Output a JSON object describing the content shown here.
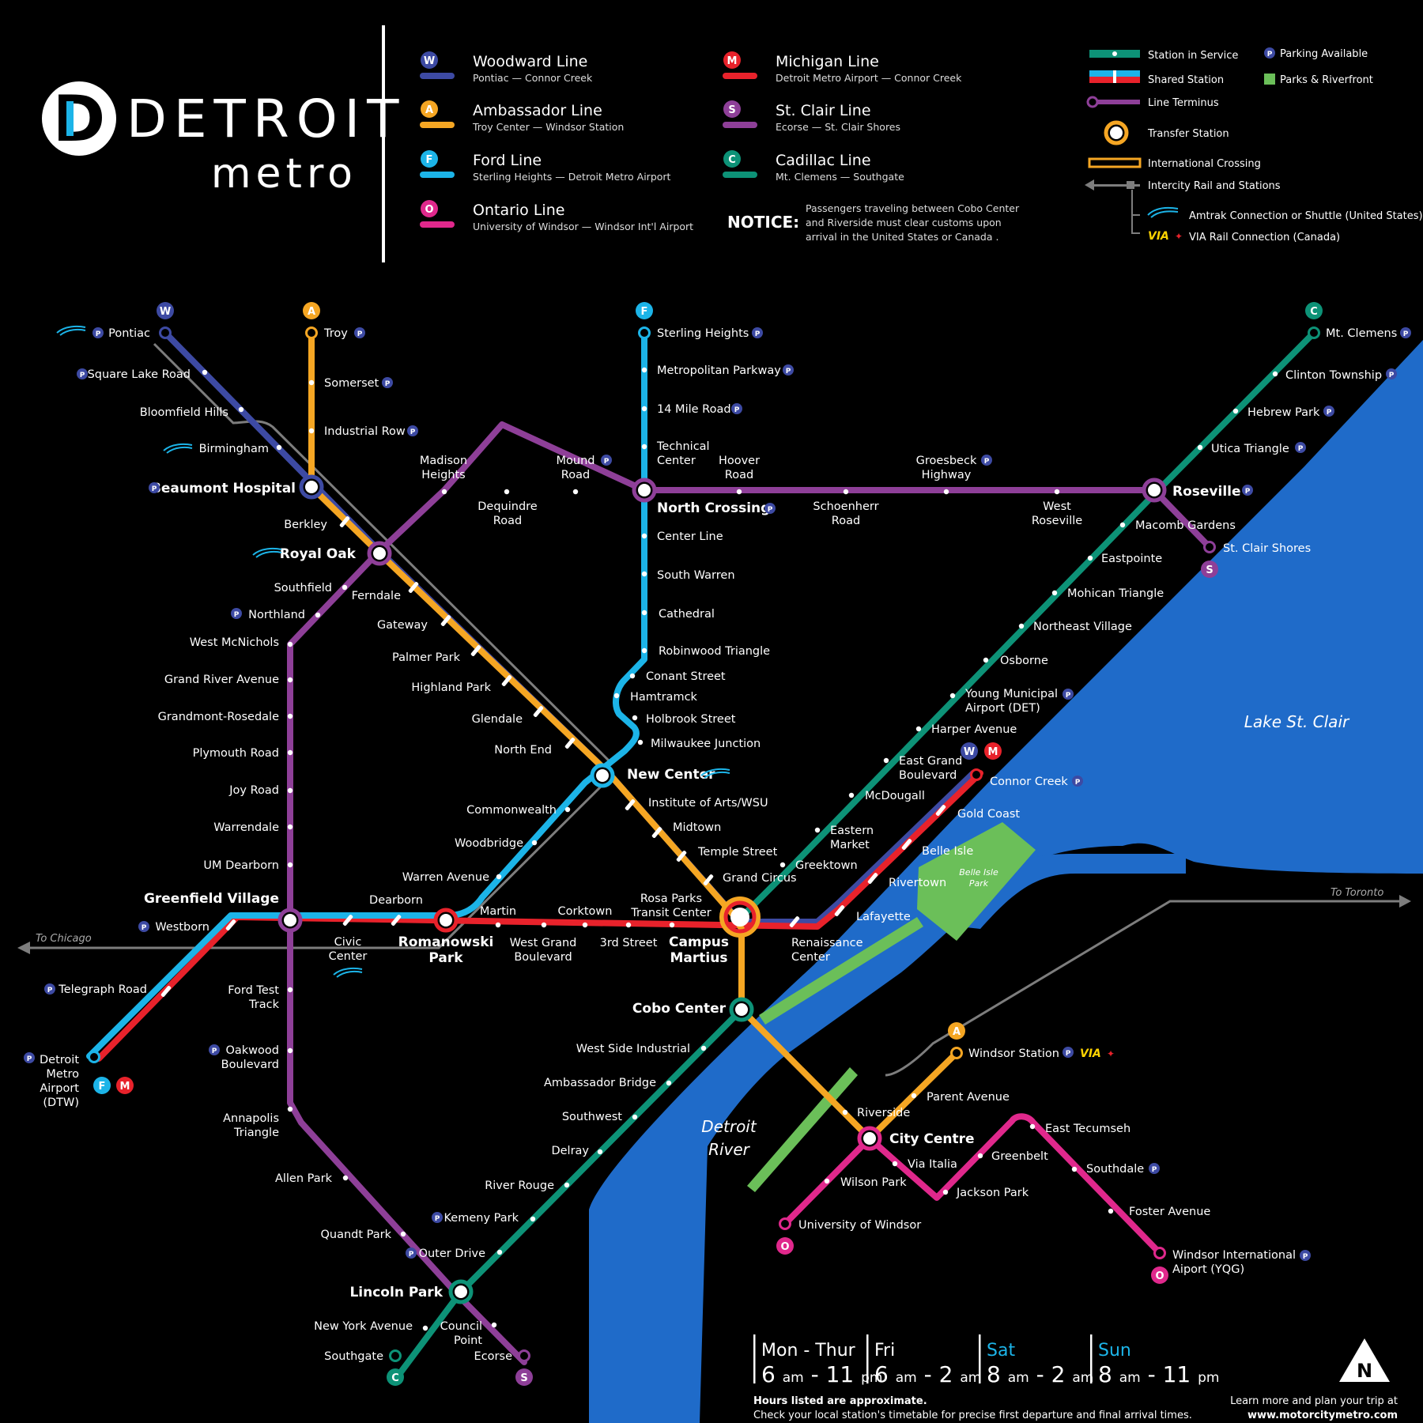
{
  "brand": {
    "word1": "DETROIT",
    "word2": "metro",
    "logo_letter": "D"
  },
  "lines": [
    {
      "letter": "W",
      "name": "Woodward Line",
      "route": "Pontiac — Connor Creek",
      "color": "#3d4aa3"
    },
    {
      "letter": "A",
      "name": "Ambassador Line",
      "route": "Troy Center — Windsor Station",
      "color": "#f5a623"
    },
    {
      "letter": "F",
      "name": "Ford Line",
      "route": "Sterling Heights — Detroit Metro Airport",
      "color": "#1cb4e8"
    },
    {
      "letter": "O",
      "name": "Ontario Line",
      "route": "University of Windsor — Windsor Int'l Airport",
      "color": "#e0288c"
    },
    {
      "letter": "M",
      "name": "Michigan Line",
      "route": "Detroit Metro Airport — Connor Creek",
      "color": "#e8222b"
    },
    {
      "letter": "S",
      "name": "St. Clair Line",
      "route": "Ecorse — St. Clair Shores",
      "color": "#8e3f98"
    },
    {
      "letter": "C",
      "name": "Cadillac Line",
      "route": "Mt. Clemens — Southgate",
      "color": "#0d9277"
    }
  ],
  "notice": {
    "title": "NOTICE:",
    "lines": [
      "Passengers traveling between Cobo Center",
      "and Riverside must clear customs upon",
      "arrival in the United States or Canada ."
    ]
  },
  "key": {
    "station": "Station in Service",
    "shared": "Shared Station",
    "terminus": "Line Terminus",
    "transfer": "Transfer Station",
    "international": "International Crossing",
    "intercity": "Intercity Rail and Stations",
    "amtrak": "Amtrak Connection or Shuttle (United States)",
    "via": "VIA Rail Connection (Canada)",
    "parking": "Parking Available",
    "parks": "Parks & Riverfront",
    "via_logo": "VIA"
  },
  "water": {
    "lake": "Lake St. Clair",
    "river1": "Detroit",
    "river2": "River",
    "island1": "Belle Isle",
    "island2": "Park"
  },
  "rail": {
    "chicago": "To Chicago",
    "toronto": "To Toronto"
  },
  "schedule": [
    {
      "day": "Mon - Thur",
      "open": "6",
      "open_u": "am",
      "close": "11",
      "close_u": "pm",
      "color": "#ffffff"
    },
    {
      "day": "Fri",
      "open": "6",
      "open_u": "am",
      "close": "2",
      "close_u": "am",
      "color": "#ffffff"
    },
    {
      "day": "Sat",
      "open": "8",
      "open_u": "am",
      "close": "2",
      "close_u": "am",
      "color": "#1cb4e8"
    },
    {
      "day": "Sun",
      "open": "8",
      "open_u": "am",
      "close": "11",
      "close_u": "pm",
      "color": "#1cb4e8"
    }
  ],
  "footer": {
    "approx": "Hours listed are approximate.",
    "check": "Check your local station's timetable for precise first departure and final arrival times.",
    "learn": "Learn more and plan your trip at",
    "url": "www.motorcitymetro.com",
    "north": "N"
  },
  "parking_symbol": "P",
  "stations": [
    {
      "id": "pontiac",
      "lines": [
        "Pontiac"
      ]
    },
    {
      "id": "square-lake-road",
      "lines": [
        "Square Lake Road"
      ]
    },
    {
      "id": "bloomfield-hills",
      "lines": [
        "Bloomfield Hills"
      ]
    },
    {
      "id": "birmingham",
      "lines": [
        "Birmingham"
      ]
    },
    {
      "id": "beaumont-hospital",
      "lines": [
        "Beaumont Hospital"
      ]
    },
    {
      "id": "berkley",
      "lines": [
        "Berkley"
      ]
    },
    {
      "id": "royal-oak",
      "lines": [
        "Royal Oak"
      ]
    },
    {
      "id": "southfield",
      "lines": [
        "Southfield"
      ]
    },
    {
      "id": "northland",
      "lines": [
        "Northland"
      ]
    },
    {
      "id": "ferndale",
      "lines": [
        "Ferndale"
      ]
    },
    {
      "id": "gateway",
      "lines": [
        "Gateway"
      ]
    },
    {
      "id": "palmer-park",
      "lines": [
        "Palmer Park"
      ]
    },
    {
      "id": "highland-park",
      "lines": [
        "Highland Park"
      ]
    },
    {
      "id": "glendale",
      "lines": [
        "Glendale"
      ]
    },
    {
      "id": "north-end",
      "lines": [
        "North End"
      ]
    },
    {
      "id": "troy",
      "lines": [
        "Troy"
      ]
    },
    {
      "id": "somerset",
      "lines": [
        "Somerset"
      ]
    },
    {
      "id": "industrial-row",
      "lines": [
        "Industrial Row"
      ]
    },
    {
      "id": "madison-heights",
      "lines": [
        "Madison",
        "Heights"
      ]
    },
    {
      "id": "dequindre-road",
      "lines": [
        "Dequindre",
        "Road"
      ]
    },
    {
      "id": "mound-road",
      "lines": [
        "Mound",
        "Road"
      ]
    },
    {
      "id": "sterling-heights",
      "lines": [
        "Sterling Heights"
      ]
    },
    {
      "id": "metropolitan-parkway",
      "lines": [
        "Metropolitan Parkway"
      ]
    },
    {
      "id": "14-mile-road",
      "lines": [
        "14 Mile Road"
      ]
    },
    {
      "id": "technical-center",
      "lines": [
        "Technical",
        "Center"
      ]
    },
    {
      "id": "hoover-road",
      "lines": [
        "Hoover",
        "Road"
      ]
    },
    {
      "id": "north-crossing",
      "lines": [
        "North Crossing"
      ]
    },
    {
      "id": "schoenherr-road",
      "lines": [
        "Schoenherr",
        "Road"
      ]
    },
    {
      "id": "groesbeck-highway",
      "lines": [
        "Groesbeck",
        "Highway"
      ]
    },
    {
      "id": "west-roseville",
      "lines": [
        "West",
        "Roseville"
      ]
    },
    {
      "id": "roseville",
      "lines": [
        "Roseville"
      ]
    },
    {
      "id": "macomb-gardens",
      "lines": [
        "Macomb Gardens"
      ]
    },
    {
      "id": "st-clair-shores",
      "lines": [
        "St. Clair Shores"
      ]
    },
    {
      "id": "center-line",
      "lines": [
        "Center Line"
      ]
    },
    {
      "id": "south-warren",
      "lines": [
        "South Warren"
      ]
    },
    {
      "id": "cathedral",
      "lines": [
        "Cathedral"
      ]
    },
    {
      "id": "robinwood-triangle",
      "lines": [
        "Robinwood Triangle"
      ]
    },
    {
      "id": "conant-street",
      "lines": [
        "Conant Street"
      ]
    },
    {
      "id": "hamtramck",
      "lines": [
        "Hamtramck"
      ]
    },
    {
      "id": "holbrook-street",
      "lines": [
        "Holbrook Street"
      ]
    },
    {
      "id": "milwaukee-junction",
      "lines": [
        "Milwaukee Junction"
      ]
    },
    {
      "id": "new-center",
      "lines": [
        "New Center"
      ]
    },
    {
      "id": "mt-clemens",
      "lines": [
        "Mt. Clemens"
      ]
    },
    {
      "id": "clinton-township",
      "lines": [
        "Clinton Township"
      ]
    },
    {
      "id": "hebrew-park",
      "lines": [
        "Hebrew Park"
      ]
    },
    {
      "id": "utica-triangle",
      "lines": [
        "Utica Triangle"
      ]
    },
    {
      "id": "eastpointe",
      "lines": [
        "Eastpointe"
      ]
    },
    {
      "id": "mohican-triangle",
      "lines": [
        "Mohican Triangle"
      ]
    },
    {
      "id": "northeast-village",
      "lines": [
        "Northeast Village"
      ]
    },
    {
      "id": "osborne",
      "lines": [
        "Osborne"
      ]
    },
    {
      "id": "young-municipal",
      "lines": [
        "Young Municipal",
        "Airport (DET)"
      ]
    },
    {
      "id": "harper-avenue",
      "lines": [
        "Harper Avenue"
      ]
    },
    {
      "id": "east-grand-boulevard",
      "lines": [
        "East Grand",
        "Boulevard"
      ]
    },
    {
      "id": "mcdougall",
      "lines": [
        "McDougall"
      ]
    },
    {
      "id": "eastern-market",
      "lines": [
        "Eastern",
        "Market"
      ]
    },
    {
      "id": "greektown",
      "lines": [
        "Greektown"
      ]
    },
    {
      "id": "connor-creek",
      "lines": [
        "Connor Creek"
      ]
    },
    {
      "id": "gold-coast",
      "lines": [
        "Gold Coast"
      ]
    },
    {
      "id": "belle-isle",
      "lines": [
        "Belle Isle"
      ]
    },
    {
      "id": "rivertown",
      "lines": [
        "Rivertown"
      ]
    },
    {
      "id": "lafayette",
      "lines": [
        "Lafayette"
      ]
    },
    {
      "id": "renaissance-center",
      "lines": [
        "Renaissance",
        "Center"
      ]
    },
    {
      "id": "institute-of-arts",
      "lines": [
        "Institute of Arts/WSU"
      ]
    },
    {
      "id": "midtown",
      "lines": [
        "Midtown"
      ]
    },
    {
      "id": "temple-street",
      "lines": [
        "Temple Street"
      ]
    },
    {
      "id": "grand-circus",
      "lines": [
        "Grand Circus"
      ]
    },
    {
      "id": "west-mcnichols",
      "lines": [
        "West McNichols"
      ]
    },
    {
      "id": "grand-river-avenue",
      "lines": [
        "Grand River Avenue"
      ]
    },
    {
      "id": "grandmont-rosedale",
      "lines": [
        "Grandmont-Rosedale"
      ]
    },
    {
      "id": "plymouth-road",
      "lines": [
        "Plymouth Road"
      ]
    },
    {
      "id": "joy-road",
      "lines": [
        "Joy Road"
      ]
    },
    {
      "id": "warrendale",
      "lines": [
        "Warrendale"
      ]
    },
    {
      "id": "um-dearborn",
      "lines": [
        "UM Dearborn"
      ]
    },
    {
      "id": "greenfield-village",
      "lines": [
        "Greenfield Village"
      ]
    },
    {
      "id": "westborn",
      "lines": [
        "Westborn"
      ]
    },
    {
      "id": "telegraph-road",
      "lines": [
        "Telegraph Road"
      ]
    },
    {
      "id": "detroit-metro-airport",
      "lines": [
        "Detroit",
        "Metro",
        "Airport",
        "(DTW)"
      ]
    },
    {
      "id": "commonwealth",
      "lines": [
        "Commonwealth"
      ]
    },
    {
      "id": "woodbridge",
      "lines": [
        "Woodbridge"
      ]
    },
    {
      "id": "warren-avenue",
      "lines": [
        "Warren Avenue"
      ]
    },
    {
      "id": "dearborn",
      "lines": [
        "Dearborn"
      ]
    },
    {
      "id": "civic-center",
      "lines": [
        "Civic",
        "Center"
      ]
    },
    {
      "id": "romanowski-park",
      "lines": [
        "Romanowski",
        "Park"
      ]
    },
    {
      "id": "martin",
      "lines": [
        "Martin"
      ]
    },
    {
      "id": "west-grand-boulevard",
      "lines": [
        "West Grand",
        "Boulevard"
      ]
    },
    {
      "id": "corktown",
      "lines": [
        "Corktown"
      ]
    },
    {
      "id": "3rd-street",
      "lines": [
        "3rd Street"
      ]
    },
    {
      "id": "rosa-parks",
      "lines": [
        "Rosa Parks",
        "Transit Center"
      ]
    },
    {
      "id": "campus-martius",
      "lines": [
        "Campus",
        "Martius"
      ]
    },
    {
      "id": "cobo-center",
      "lines": [
        "Cobo Center"
      ]
    },
    {
      "id": "west-side-industrial",
      "lines": [
        "West Side Industrial"
      ]
    },
    {
      "id": "ambassador-bridge",
      "lines": [
        "Ambassador Bridge"
      ]
    },
    {
      "id": "southwest",
      "lines": [
        "Southwest"
      ]
    },
    {
      "id": "delray",
      "lines": [
        "Delray"
      ]
    },
    {
      "id": "river-rouge",
      "lines": [
        "River Rouge"
      ]
    },
    {
      "id": "kemeny-park",
      "lines": [
        "Kemeny Park"
      ]
    },
    {
      "id": "outer-drive",
      "lines": [
        "Outer Drive"
      ]
    },
    {
      "id": "lincoln-park",
      "lines": [
        "Lincoln Park"
      ]
    },
    {
      "id": "new-york-avenue",
      "lines": [
        "New York Avenue"
      ]
    },
    {
      "id": "council-point",
      "lines": [
        "Council",
        "Point"
      ]
    },
    {
      "id": "southgate",
      "lines": [
        "Southgate"
      ]
    },
    {
      "id": "ecorse",
      "lines": [
        "Ecorse"
      ]
    },
    {
      "id": "ford-test-track",
      "lines": [
        "Ford Test",
        "Track"
      ]
    },
    {
      "id": "oakwood-boulevard",
      "lines": [
        "Oakwood",
        "Boulevard"
      ]
    },
    {
      "id": "annapolis-triangle",
      "lines": [
        "Annapolis",
        "Triangle"
      ]
    },
    {
      "id": "allen-park",
      "lines": [
        "Allen Park"
      ]
    },
    {
      "id": "quandt-park",
      "lines": [
        "Quandt Park"
      ]
    },
    {
      "id": "windsor-station",
      "lines": [
        "Windsor Station"
      ]
    },
    {
      "id": "parent-avenue",
      "lines": [
        "Parent Avenue"
      ]
    },
    {
      "id": "riverside",
      "lines": [
        "Riverside"
      ]
    },
    {
      "id": "city-centre",
      "lines": [
        "City Centre"
      ]
    },
    {
      "id": "via-italia",
      "lines": [
        "Via Italia"
      ]
    },
    {
      "id": "wilson-park",
      "lines": [
        "Wilson Park"
      ]
    },
    {
      "id": "university-of-windsor",
      "lines": [
        "University of Windsor"
      ]
    },
    {
      "id": "greenbelt",
      "lines": [
        "Greenbelt"
      ]
    },
    {
      "id": "jackson-park",
      "lines": [
        "Jackson Park"
      ]
    },
    {
      "id": "east-tecumseh",
      "lines": [
        "East Tecumseh"
      ]
    },
    {
      "id": "southdale",
      "lines": [
        "Southdale"
      ]
    },
    {
      "id": "foster-avenue",
      "lines": [
        "Foster Avenue"
      ]
    },
    {
      "id": "windsor-international",
      "lines": [
        "Windsor International",
        "Aiport (YQG)"
      ]
    }
  ]
}
